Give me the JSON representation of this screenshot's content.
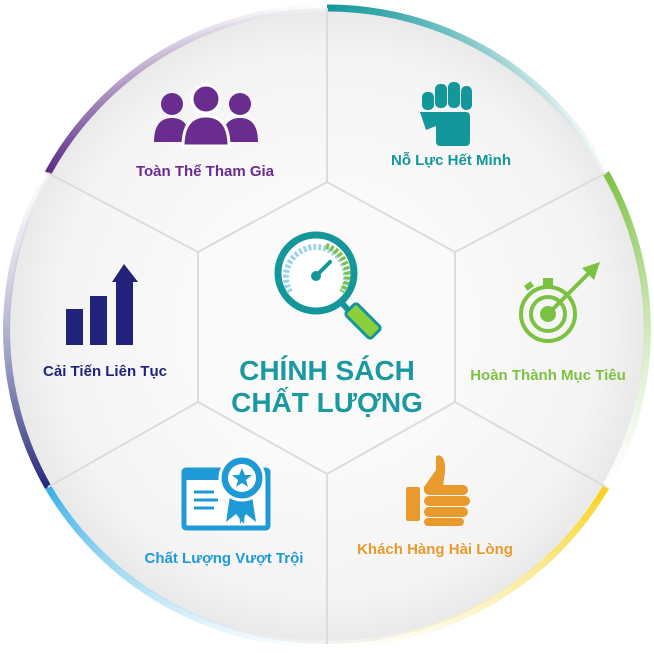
{
  "title": {
    "line1": "CHÍNH SÁCH",
    "line2": "CHẤT LƯỢNG",
    "color": "#1a9aa0"
  },
  "segments": [
    {
      "label": "Toàn Thể Tham Gia",
      "icon": "people-group-icon",
      "color": "#6a2c8f"
    },
    {
      "label": "Nỗ Lực Hết Mình",
      "icon": "raised-fist-icon",
      "color": "#13979b"
    },
    {
      "label": "Hoàn Thành Mục Tiêu",
      "icon": "stopwatch-target-icon",
      "color": "#7cc242"
    },
    {
      "label": "Khách Hàng Hài Lòng",
      "icon": "thumbs-up-icon",
      "color": "#e89a2c"
    },
    {
      "label": "Chất Lượng Vượt Trội",
      "icon": "certificate-award-icon",
      "color": "#1e9ad6"
    },
    {
      "label": "Cải Tiến Liên Tục",
      "icon": "growth-bars-icon",
      "color": "#21237a"
    }
  ],
  "center_icon": "quality-gauge-magnifier-icon"
}
